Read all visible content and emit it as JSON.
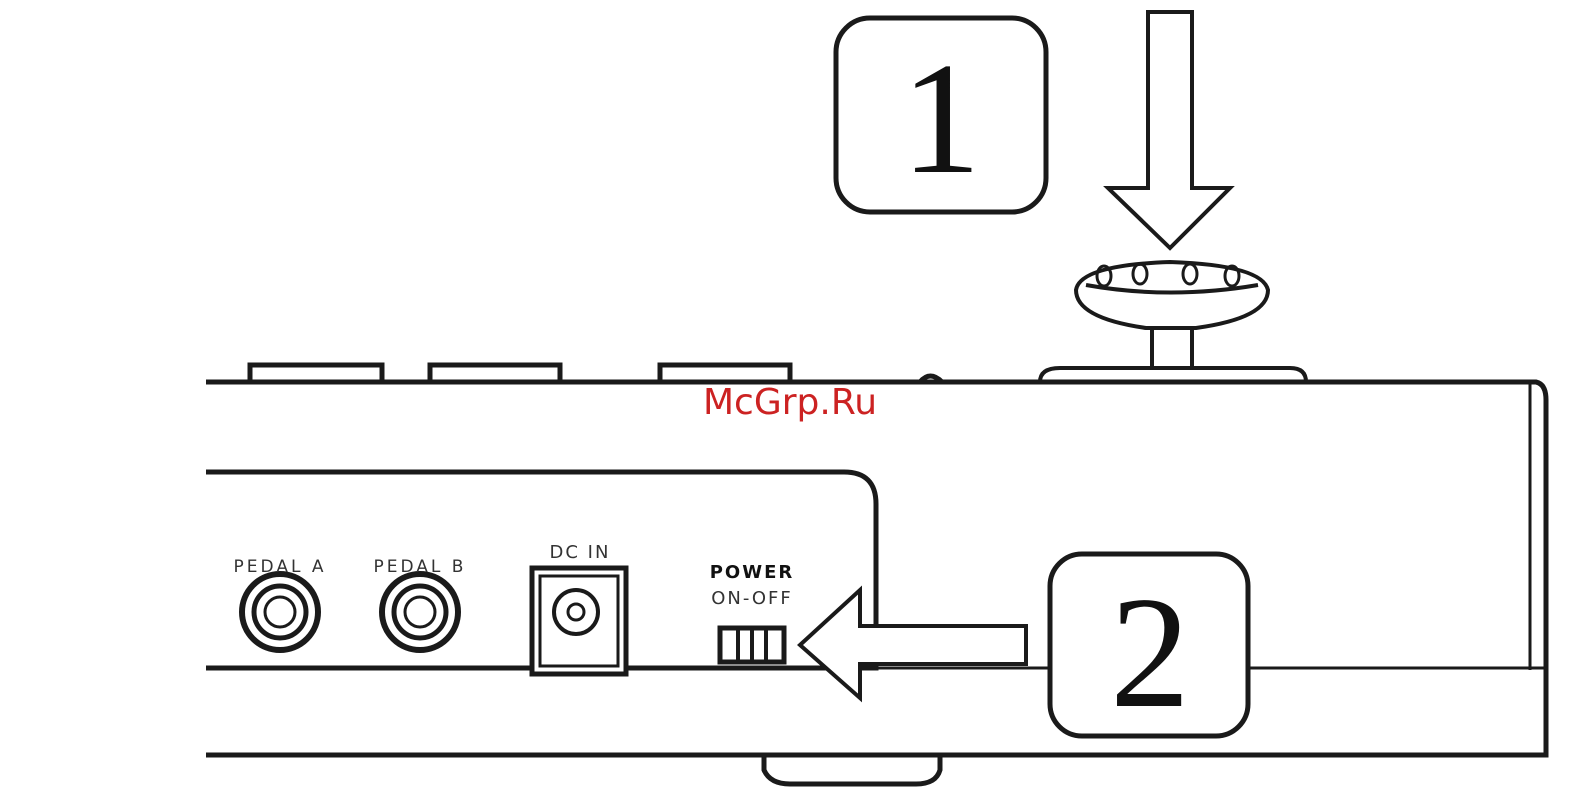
{
  "callouts": {
    "step1": "1",
    "step2": "2"
  },
  "panel": {
    "pedal_a_label": "PEDAL A",
    "pedal_b_label": "PEDAL B",
    "dc_in_label": "DC IN",
    "power_label": "POWER",
    "power_sub_label": "ON-OFF"
  },
  "watermark": {
    "text": "McGrp.Ru",
    "color": "#cc2222"
  },
  "colors": {
    "line": "#1a1a1a",
    "background": "#ffffff"
  }
}
